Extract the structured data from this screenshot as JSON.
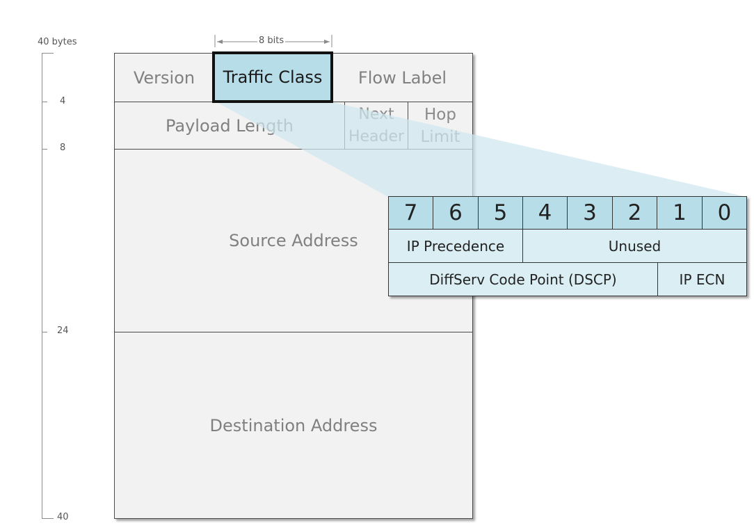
{
  "ruler": {
    "total_label": "40 bytes",
    "ticks": [
      "4",
      "8",
      "24",
      "40"
    ]
  },
  "width_marker": {
    "label": "8 bits"
  },
  "header": {
    "version": "Version",
    "traffic_class": "Traffic Class",
    "flow_label": "Flow Label",
    "payload_length": "Payload Length",
    "next_header": [
      "Next",
      "Header"
    ],
    "hop_limit": [
      "Hop",
      "Limit"
    ],
    "source_address": "Source Address",
    "destination_address": "Destination Address"
  },
  "traffic_class_detail": {
    "bits": [
      "7",
      "6",
      "5",
      "4",
      "3",
      "2",
      "1",
      "0"
    ],
    "row1": {
      "ip_precedence": "IP Precedence",
      "unused": "Unused"
    },
    "row2": {
      "dscp": "DiffServ Code Point (DSCP)",
      "ip_ecn": "IP ECN"
    }
  },
  "colors": {
    "highlight": "#b7dde8",
    "field_fill": "#daeef3",
    "cell_fill": "#f2f2f2",
    "callout_fill": "#cfe8ef"
  }
}
